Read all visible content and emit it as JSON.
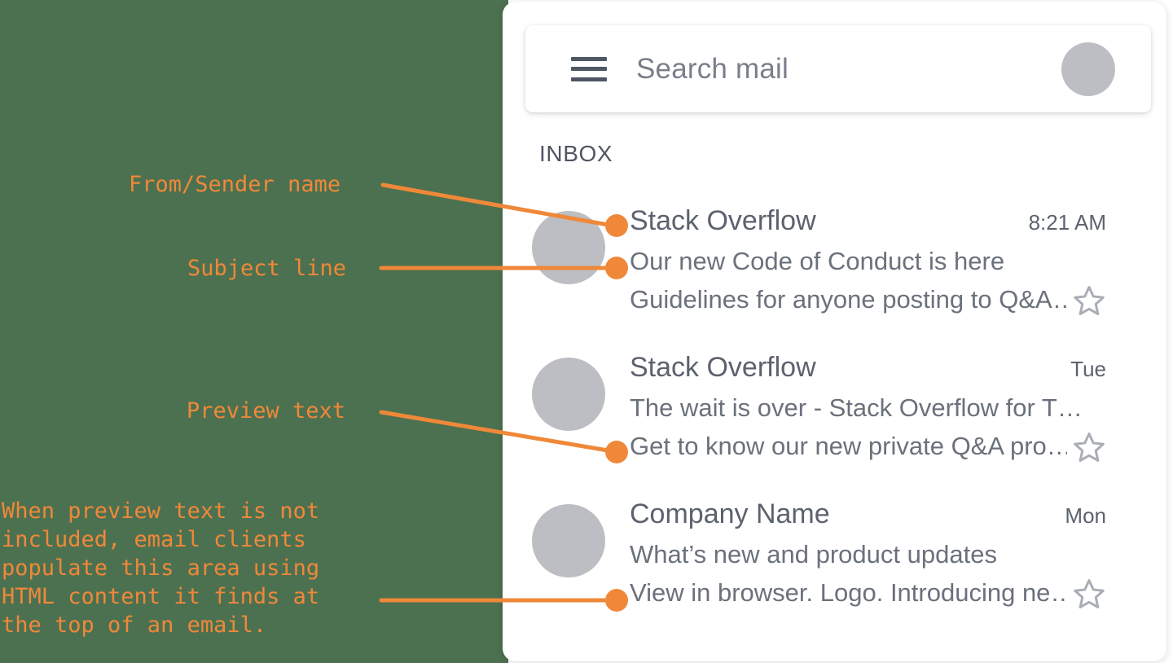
{
  "theme": {
    "backdrop_green": "#4c7150",
    "accent_orange": "#f08839",
    "avatar_grey": "#bcbec3",
    "text_slate": "#5c626e",
    "card_white": "#ffffff"
  },
  "app": {
    "search": {
      "placeholder": "Search mail",
      "menu_icon": "hamburger-icon",
      "avatar_icon": "account-avatar"
    },
    "folder_label": "INBOX",
    "emails": [
      {
        "sender": "Stack Overflow",
        "time": "8:21 AM",
        "subject": "Our new Code of Conduct is here",
        "preview": "Guidelines for anyone posting to Q&A…",
        "star_icon": "star-outline-icon",
        "avatar_icon": "sender-avatar"
      },
      {
        "sender": "Stack Overflow",
        "time": "Tue",
        "subject": "The wait is over - Stack Overflow for T…",
        "preview": "Get to know our new private Q&A pro…",
        "star_icon": "star-outline-icon",
        "avatar_icon": "sender-avatar"
      },
      {
        "sender": "Company Name",
        "time": "Mon",
        "subject": "What’s new and product updates",
        "preview": "View in browser. Logo. Introducing ne…",
        "star_icon": "star-outline-icon",
        "avatar_icon": "sender-avatar"
      }
    ]
  },
  "annotations": {
    "from_sender": "From/Sender name",
    "subject_line": "Subject line",
    "preview_text": "Preview text",
    "note": "When preview text is not\nincluded, email clients\npopulate this area using\nHTML content it finds at\nthe top of an email."
  }
}
